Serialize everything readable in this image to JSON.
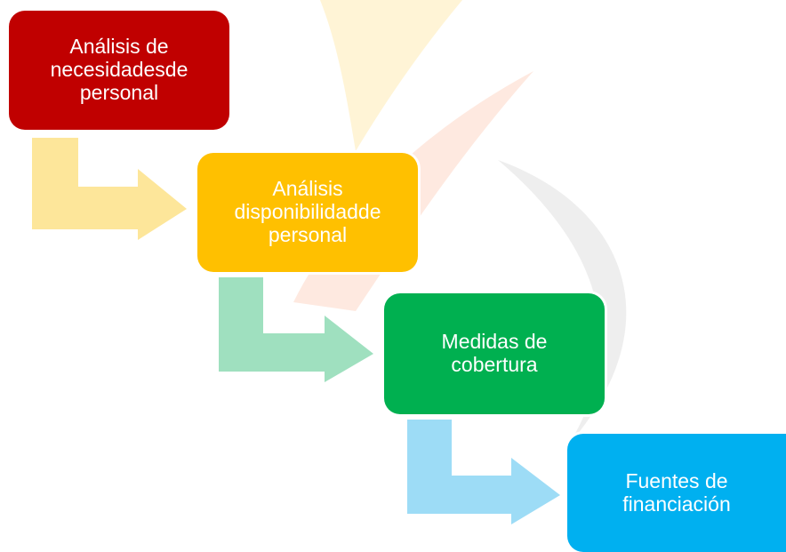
{
  "diagram": {
    "type": "step-flow",
    "steps": [
      {
        "label": "Análisis de\nnecesidadesde\npersonal",
        "color": "#c00000",
        "arrow_color": "#fde69a"
      },
      {
        "label": "Análisis\ndisponibilidadde\npersonal",
        "color": "#ffc000",
        "arrow_color": "#9fe0bf"
      },
      {
        "label": "Medidas de\ncobertura",
        "color": "#00b050",
        "arrow_color": "#9ddcf6"
      },
      {
        "label": "Fuentes de\nfinanciación",
        "color": "#00b0f0"
      }
    ]
  },
  "background": {
    "swoosh_colors": [
      "#fde2d6",
      "#fff1cc",
      "#ececec"
    ]
  }
}
